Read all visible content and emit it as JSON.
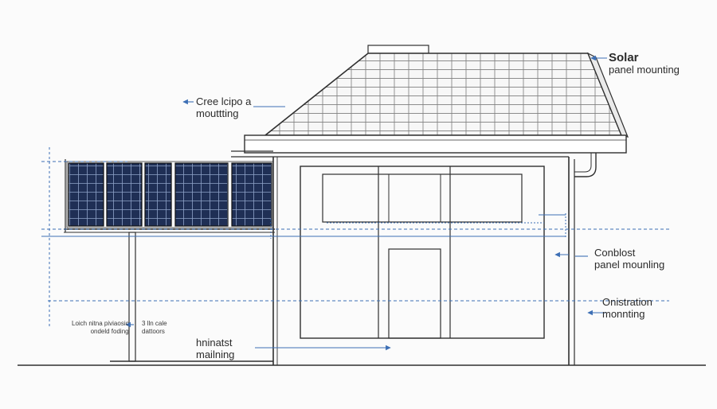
{
  "labels": {
    "solar_top": {
      "line1": "Solar",
      "line2": "panel mounting"
    },
    "cree": {
      "line1": "Cree lcipo a",
      "line2": "mouttting"
    },
    "conblost": {
      "line1": "Conblost",
      "line2": "panel mounling"
    },
    "onistration": {
      "line1": "Onistration",
      "line2": "monnting"
    },
    "minimatst": {
      "line1": "hninatst",
      "line2": "mailning"
    },
    "small_left": {
      "line1": "Loich nitna piviaosic",
      "line2": "ondeld foding"
    },
    "small_mid": {
      "line1": "3 lln cale",
      "line2": "dattoors"
    }
  },
  "colors": {
    "line": "#2f2f2f",
    "dim": "#3d6fb5",
    "panel": "#1f2f55",
    "panel_grid": "#8ea2c8",
    "roof_fill": "#f4f4f4",
    "background": "#fbfbfb"
  },
  "icons": {
    "arrow": "arrow-icon",
    "panel": "solar-panel-icon"
  }
}
